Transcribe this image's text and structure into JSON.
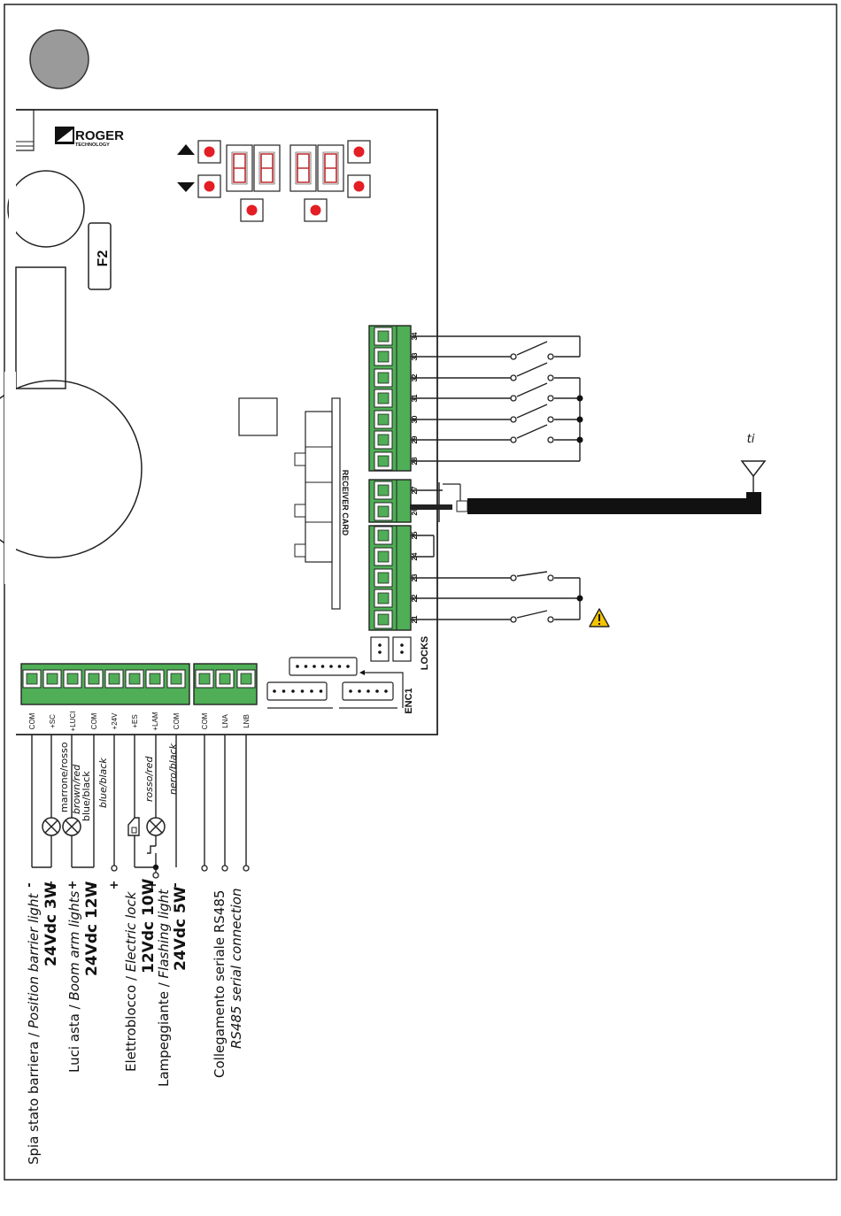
{
  "logo": {
    "brand": "ROGER",
    "sub": "TECHNOLOGY"
  },
  "fuse_label": "F2",
  "receiver_label": "RECEIVER CARD",
  "locks_label": "LOCKS",
  "enc_label": "ENC1",
  "antenna_label": "ti",
  "right_terminals": [
    "34",
    "33",
    "32",
    "31",
    "30",
    "29",
    "28",
    "27",
    "26",
    "25",
    "24",
    "23",
    "22",
    "21"
  ],
  "bottom_terminals": [
    "COM",
    "+SC",
    "+LUCI",
    "COM",
    "+24V",
    "+ES",
    "+LAM",
    "COM",
    "COM",
    "LNA",
    "LNB"
  ],
  "wire_colors": {
    "marrone_rosso": "marrone/rosso",
    "brown_red": "brown/red",
    "blu_black": "blue/black",
    "blue_black": "blue/black",
    "rosso_red": "rosso/red",
    "nero_black": "nero/black"
  },
  "polarity": {
    "plus": "+",
    "minus": "-"
  },
  "captions": {
    "position_light": "Spia stato barriera / ",
    "position_light_en": "Position barrier light",
    "position_light_spec": "24Vdc 3W",
    "boom_lights": "Luci asta / ",
    "boom_lights_en": "Boom arm lights",
    "boom_lights_spec": "24Vdc 12W",
    "electric_lock": "Elettroblocco / ",
    "electric_lock_en": "Electric lock",
    "electric_lock_spec": "12Vdc 10W",
    "flashing_light": "Lampeggiante / ",
    "flashing_light_en": "Flashing light",
    "flashing_light_spec": "24Vdc 5W",
    "rs485": "Collegamento seriale RS485",
    "rs485_en": "RS485 serial connection"
  },
  "colors": {
    "terminal_green": "#4fae56",
    "led_red": "#e31e24",
    "warning_yellow": "#f5c400"
  }
}
